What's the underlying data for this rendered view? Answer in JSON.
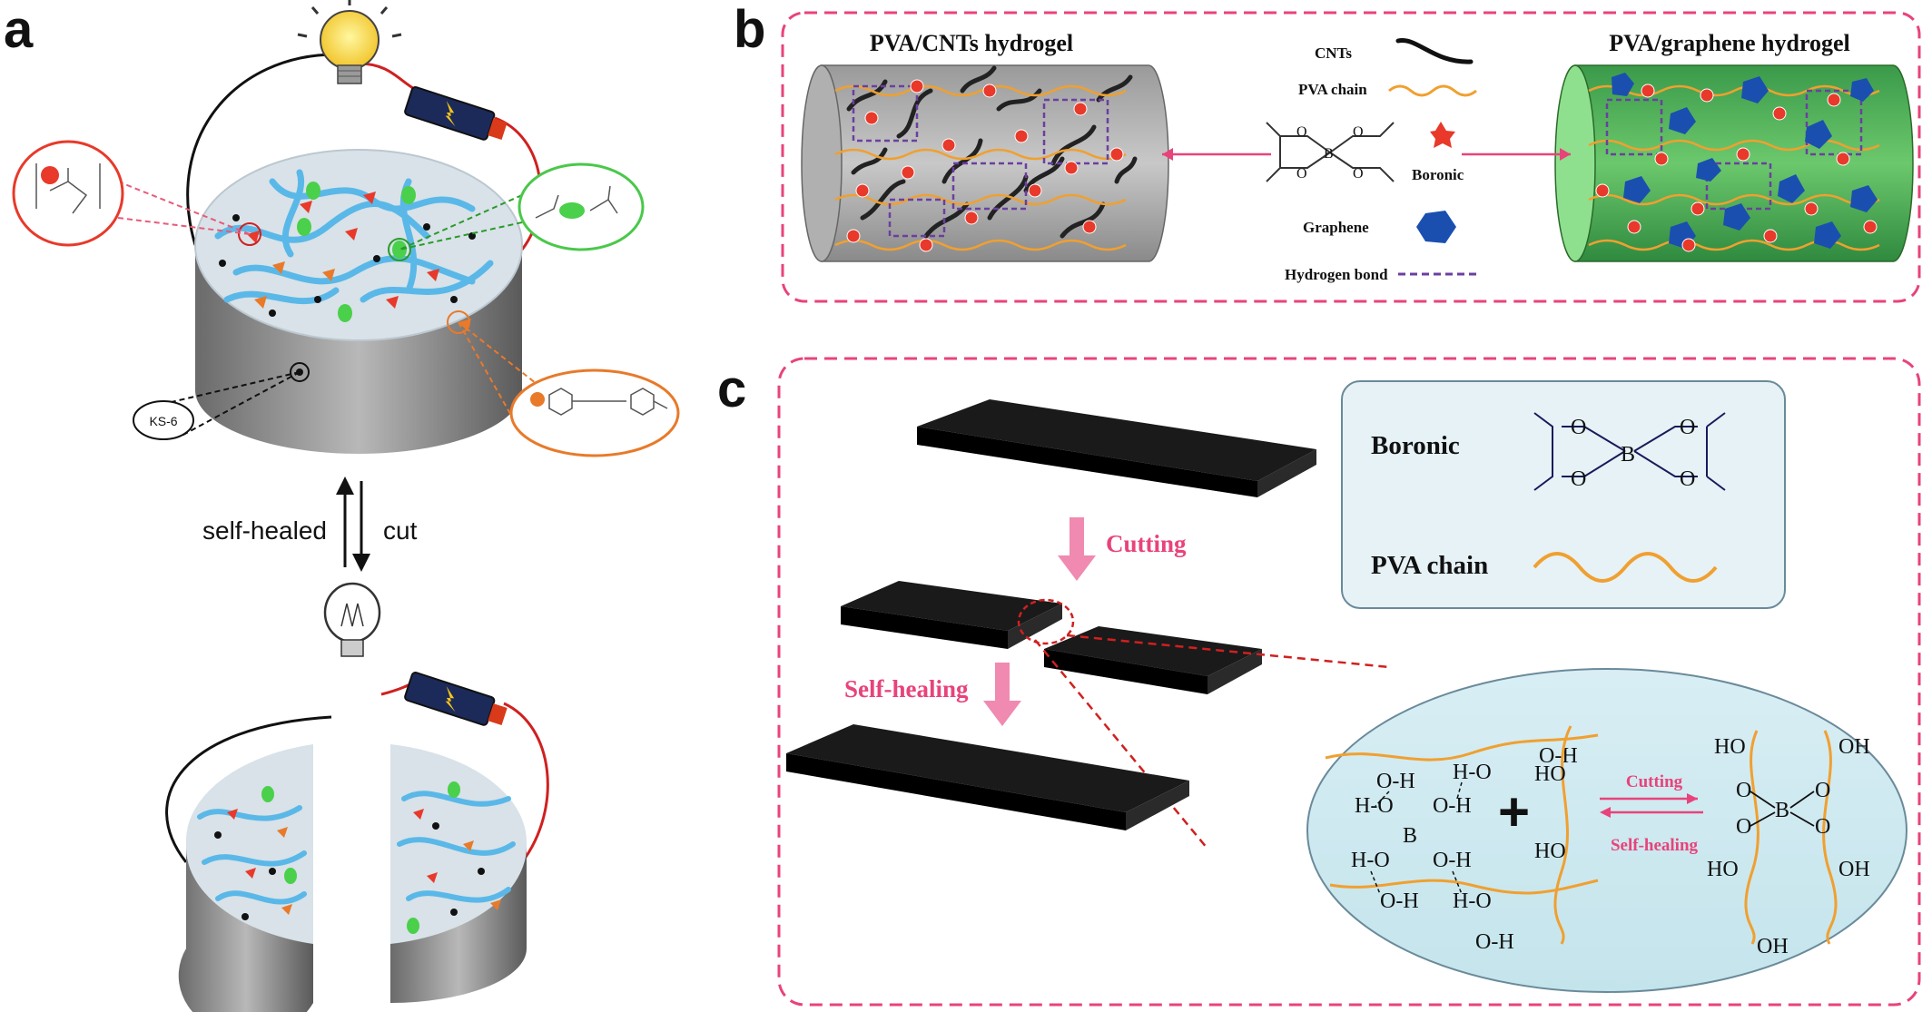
{
  "panel_labels": {
    "a": "a",
    "b": "b",
    "c": "c"
  },
  "panel_a": {
    "arrow_up_label": "self-healed",
    "arrow_down_label": "cut",
    "ks6_label": "KS-6"
  },
  "panel_b": {
    "left_title": "PVA/CNTs hydrogel",
    "right_title": "PVA/graphene hydrogel",
    "legend": {
      "cnts": "CNTs",
      "pva_chain": "PVA chain",
      "boronic": "Boronic",
      "graphene": "Graphene",
      "hydrogen_bond": "Hydrogen bond"
    },
    "boron_symbol": "B"
  },
  "panel_c": {
    "cutting_label": "Cutting",
    "self_healing_label": "Self-healing",
    "legend_boronic": "Boronic",
    "legend_pva_chain": "PVA chain",
    "eq_cutting": "Cutting",
    "eq_self_healing": "Self-healing",
    "plus": "+",
    "oh": "OH",
    "o_h": "O-H",
    "h_o": "H-O",
    "ho": "HO",
    "o": "O",
    "b": "B"
  },
  "colors": {
    "pink_accent": "#e8437a",
    "pva_orange": "#f0a030",
    "graphene_blue": "#1a4fb0",
    "boronic_red": "#e8392a",
    "hbond_purple": "#6b3fa0",
    "chain_blue": "#5ab8e8"
  }
}
